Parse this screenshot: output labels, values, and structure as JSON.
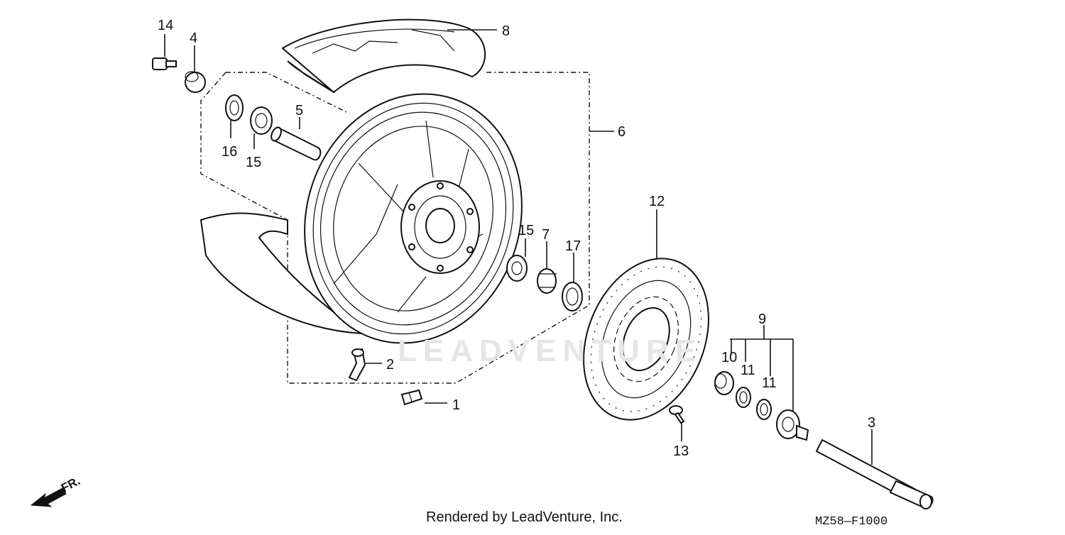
{
  "watermark": "LEADVENTURE",
  "footer": {
    "credit": "Rendered by LeadVenture, Inc.",
    "diagram_code": "MZ58—F1000"
  },
  "direction_marker": {
    "label": "FR.",
    "icon": "arrow-front-icon"
  },
  "callouts": {
    "c14": "14",
    "c4": "4",
    "c8": "8",
    "c5": "5",
    "c16": "16",
    "c15a": "15",
    "c6": "6",
    "c12": "12",
    "c15b": "15",
    "c7": "7",
    "c17": "17",
    "c9": "9",
    "c10": "10",
    "c11a": "11",
    "c11b": "11",
    "c2": "2",
    "c1": "1",
    "c13": "13",
    "c3": "3"
  }
}
